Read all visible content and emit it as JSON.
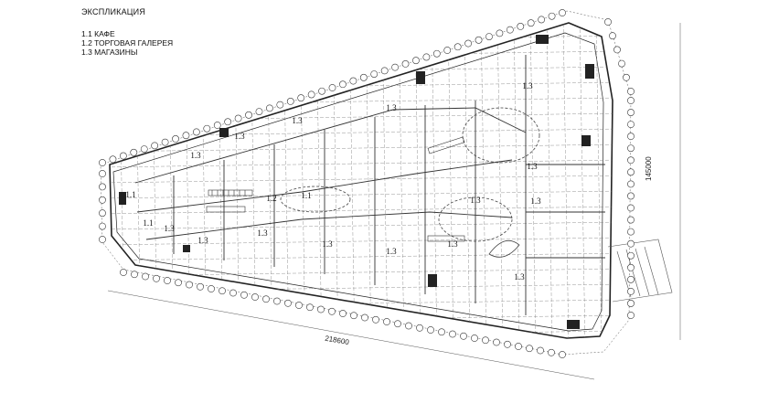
{
  "legend": {
    "title": "ЭКСПЛИКАЦИЯ",
    "items": [
      "1.1 КАФЕ",
      "1.2 ТОРГОВАЯ ГАЛЕРЕЯ",
      "1.3 МАГАЗИНЫ"
    ]
  },
  "zones": [
    {
      "label": "1.3"
    },
    {
      "label": "1.3"
    },
    {
      "label": "1.3"
    },
    {
      "label": "1.3"
    },
    {
      "label": "1.3"
    },
    {
      "label": "1.3"
    },
    {
      "label": "1.3"
    },
    {
      "label": "1.1"
    },
    {
      "label": "1.2"
    },
    {
      "label": "1.1"
    },
    {
      "label": "1.1"
    },
    {
      "label": "1.3"
    },
    {
      "label": "1.3"
    },
    {
      "label": "1.3"
    },
    {
      "label": "1.3"
    },
    {
      "label": "1.3"
    },
    {
      "label": "1.3"
    },
    {
      "label": "1.3"
    },
    {
      "label": "1.3"
    }
  ],
  "dimensions": {
    "length": "218600",
    "width": "145000"
  }
}
